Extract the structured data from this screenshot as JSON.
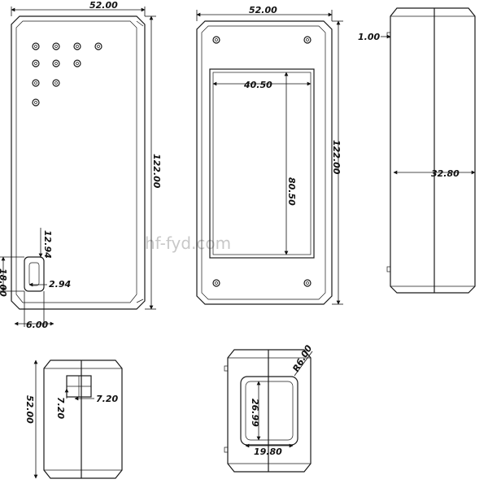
{
  "watermark": "hf-fyd.com",
  "front_view": {
    "width": "52.00",
    "height": "122.00",
    "d1": "12.94",
    "d2": "18.00",
    "d3": "2.94",
    "d4": "6.00"
  },
  "back_view": {
    "width": "52.00",
    "height": "122.00",
    "window_width": "40.50",
    "window_height": "80.50"
  },
  "side_view": {
    "thickness": "1.00",
    "depth": "32.80"
  },
  "bottom_view": {
    "width": "52.00",
    "slot_width": "7.20",
    "slot_height": "7.20"
  },
  "top_view": {
    "radius": "R6.00",
    "opening_height": "26.99",
    "opening_width": "19.80"
  }
}
